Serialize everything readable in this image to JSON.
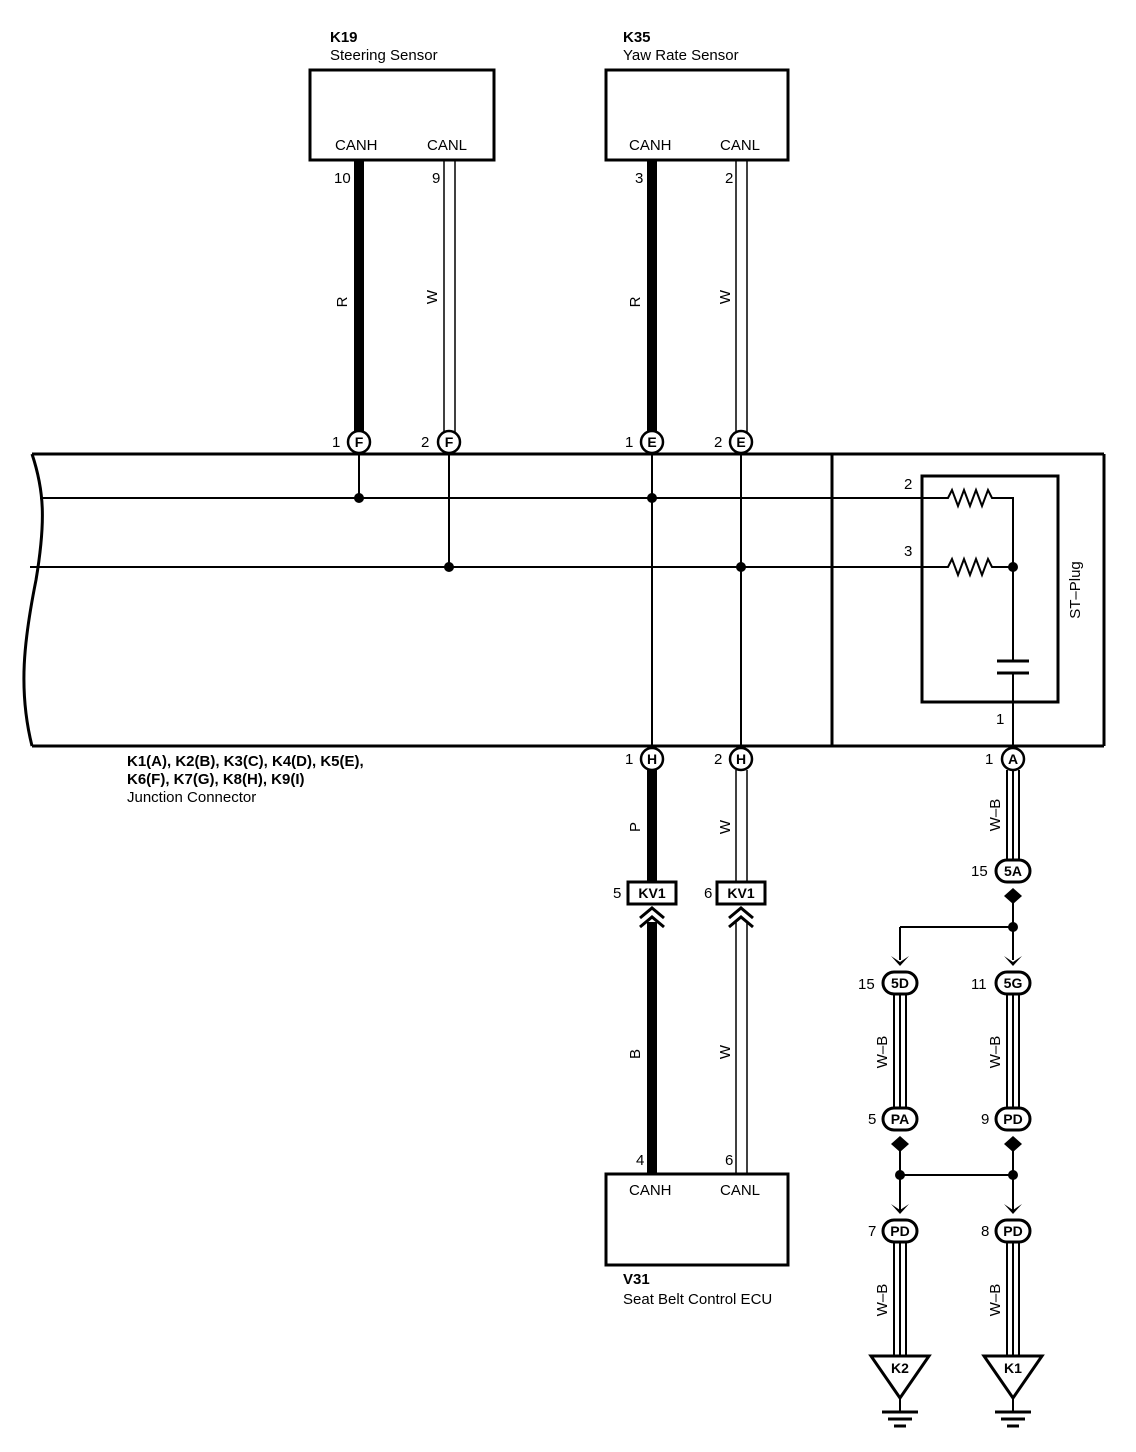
{
  "components": {
    "steering": {
      "id": "K19",
      "name": "Steering Sensor",
      "canh": "CANH",
      "canl": "CANL",
      "pin_h": "10",
      "pin_l": "9"
    },
    "yaw": {
      "id": "K35",
      "name": "Yaw Rate Sensor",
      "canh": "CANH",
      "canl": "CANL",
      "pin_h": "3",
      "pin_l": "2"
    },
    "seatbelt": {
      "id": "V31",
      "name": "Seat Belt Control ECU",
      "canh": "CANH",
      "canl": "CANL",
      "pin_h": "4",
      "pin_l": "6"
    }
  },
  "junction": {
    "line1": "K1(A), K2(B), K3(C), K4(D), K5(E),",
    "line2": "K6(F), K7(G), K8(H), K9(I)",
    "line3": "Junction Connector",
    "st_plug": "ST–Plug",
    "st_pins": [
      "2",
      "3",
      "1"
    ]
  },
  "top_connectors": [
    {
      "pin": "1",
      "letter": "F"
    },
    {
      "pin": "2",
      "letter": "F"
    },
    {
      "pin": "1",
      "letter": "E"
    },
    {
      "pin": "2",
      "letter": "E"
    }
  ],
  "bottom_connectors": [
    {
      "pin": "1",
      "letter": "H"
    },
    {
      "pin": "2",
      "letter": "H"
    },
    {
      "pin": "1",
      "letter": "A"
    }
  ],
  "wire_colors": {
    "k19_canh": "R",
    "k19_canl": "W",
    "k35_canh": "R",
    "k35_canl": "W",
    "v31_upper_h": "P",
    "v31_upper_l": "W",
    "v31_lower_h": "B",
    "v31_lower_l": "W",
    "ground_main": "W–B",
    "ground_left": "W–B",
    "ground_right": "W–B",
    "ground_k2": "W–B",
    "ground_k1": "W–B"
  },
  "kv1": {
    "label": "KV1",
    "pin_h": "5",
    "pin_l": "6"
  },
  "ground_connectors": {
    "c5a": {
      "label": "5A",
      "pin": "15"
    },
    "c5d": {
      "label": "5D",
      "pin": "15"
    },
    "c5g": {
      "label": "5G",
      "pin": "11"
    },
    "cpa": {
      "label": "PA",
      "pin": "5"
    },
    "cpd9": {
      "label": "PD",
      "pin": "9"
    },
    "cpd7": {
      "label": "PD",
      "pin": "7"
    },
    "cpd8": {
      "label": "PD",
      "pin": "8"
    }
  },
  "grounds": {
    "left": "K2",
    "right": "K1"
  }
}
